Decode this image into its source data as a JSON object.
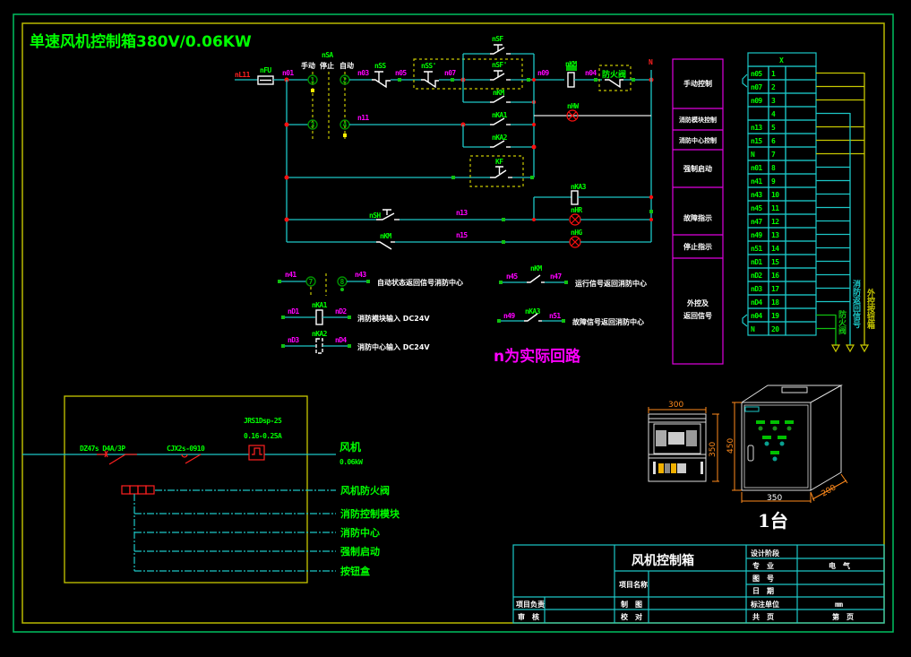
{
  "title": "单速风机控制箱380V/0.06KW",
  "control_circuit": {
    "phase_label": "nL11",
    "neutral_label": "N",
    "fuse": "nFU",
    "selector": {
      "name": "nSA",
      "positions": [
        "手动",
        "停止",
        "自动"
      ],
      "contacts": [
        "1",
        "2",
        "3",
        "4"
      ]
    },
    "wires": {
      "n01": "n01",
      "n03": "n03",
      "n05": "n05",
      "n07": "n07",
      "n09": "n09",
      "n04": "n04",
      "n11": "n11",
      "n13": "n13",
      "n15": "n15"
    },
    "components": {
      "stop_button": "nSS",
      "remote_stop_button": "nSS'",
      "start_button": "nSF",
      "remote_start_button": "nSF'",
      "km_hold_contact": "nKM",
      "ka1_contact": "nKA1",
      "ka2_contact": "nKA2",
      "force_start_contact": "KF",
      "contactor_coil": "nKM",
      "fire_damper": "防火阀",
      "run_lamp": "nHW",
      "ka3_coil": "nKA3",
      "emergency_button": "nSH",
      "fault_lamp": "nHR",
      "km_nc_contact": "nKM",
      "stop_lamp": "nHG"
    }
  },
  "signal_circuits": {
    "auto_status": {
      "from": "n41",
      "contacts": [
        "7",
        "8"
      ],
      "to": "n43",
      "desc": "自动状态返回信号消防中心"
    },
    "fire_module_input": {
      "from": "nD1",
      "device": "nKA1",
      "to": "nD2",
      "desc": "消防模块输入 DC24V"
    },
    "fire_center_input": {
      "from": "nD3",
      "device": "nKA2",
      "to": "nD4",
      "desc": "消防中心输入 DC24V"
    },
    "run_signal": {
      "from": "n45",
      "device": "nKM",
      "to": "n47",
      "desc": "运行信号返回消防中心"
    },
    "fault_signal": {
      "from": "n49",
      "device": "nKA3",
      "to": "n51",
      "desc": "故障信号返回消防中心"
    },
    "note": "n为实际回路"
  },
  "function_blocks": [
    {
      "label": "手动控制"
    },
    {
      "label": "消防模块控制"
    },
    {
      "label": "消防中心控制"
    },
    {
      "label": "强制启动"
    },
    {
      "label": "故障指示"
    },
    {
      "label": "停止指示"
    },
    {
      "label": "外控及",
      "label2": "返回信号"
    }
  ],
  "terminal_block": {
    "header": "X",
    "rows": [
      {
        "wire": "n05",
        "no": "1",
        "target": "external_button_box"
      },
      {
        "wire": "n07",
        "no": "2",
        "target": "external_button_box"
      },
      {
        "wire": "n09",
        "no": "3",
        "target": "external_button_box"
      },
      {
        "wire": "",
        "no": "4",
        "target": "fire_return_signal"
      },
      {
        "wire": "n13",
        "no": "5",
        "target": "external_button_box"
      },
      {
        "wire": "n15",
        "no": "6",
        "target": "external_button_box"
      },
      {
        "wire": "N",
        "no": "7",
        "target": "external_button_box"
      },
      {
        "wire": "n01",
        "no": "8",
        "target": "fire_return_signal"
      },
      {
        "wire": "n41",
        "no": "9",
        "target": "fire_return_signal"
      },
      {
        "wire": "n43",
        "no": "10",
        "target": "fire_return_signal"
      },
      {
        "wire": "n45",
        "no": "11",
        "target": "fire_return_signal"
      },
      {
        "wire": "n47",
        "no": "12",
        "target": "fire_return_signal"
      },
      {
        "wire": "n49",
        "no": "13",
        "target": "fire_return_signal"
      },
      {
        "wire": "n51",
        "no": "14",
        "target": "fire_return_signal"
      },
      {
        "wire": "nD1",
        "no": "15",
        "target": "fire_return_signal"
      },
      {
        "wire": "nD2",
        "no": "16",
        "target": "fire_return_signal"
      },
      {
        "wire": "nD3",
        "no": "17",
        "target": "fire_return_signal"
      },
      {
        "wire": "nD4",
        "no": "18",
        "target": "fire_return_signal"
      },
      {
        "wire": "n04",
        "no": "19",
        "target": "fire_damper"
      },
      {
        "wire": "N",
        "no": "20",
        "target": "fire_damper"
      }
    ],
    "bus_labels": {
      "fire_damper": "防火阀",
      "fire_return_signal": "消防返回信号",
      "external_button_box": "外控按钮箱"
    }
  },
  "main_circuit": {
    "breaker": "DZ47s D4A/3P",
    "contactor": "CJX2s-0910",
    "thermal_relay": "JRS1Dsp-25",
    "thermal_range": "0.16-0.25A",
    "motor": "风机",
    "motor_power": "0.06kW",
    "connections": [
      "风机防火阀",
      "消防控制模块",
      "消防中心",
      "强制启动",
      "按钮盒"
    ]
  },
  "cabinet": {
    "front_width": "300",
    "front_height": "350",
    "height": "450",
    "width": "350",
    "depth": "200",
    "quantity": "1台"
  },
  "title_block": {
    "drawing_name": "风机控制箱",
    "project_name_label": "项目名称",
    "project_lead_label": "项目负责",
    "drawn_label": "制　图",
    "review_label": "审　核",
    "check_label": "校　对",
    "design_stage_label": "设计阶段",
    "discipline_label": "专　业",
    "discipline_value": "电　气",
    "drawing_no_label": "图　号",
    "date_label": "日　期",
    "unit_label": "标注单位",
    "unit_value": "mm",
    "total_pages_label": "共　页",
    "page_label": "第　页"
  },
  "colors": {
    "wire": "#1cc7c7",
    "label_green": "#00ff00",
    "wire_no_magenta": "#ff00ff",
    "node_red": "#ff1010",
    "frame_yellow": "#b9b900",
    "frame_green": "#00c060"
  }
}
